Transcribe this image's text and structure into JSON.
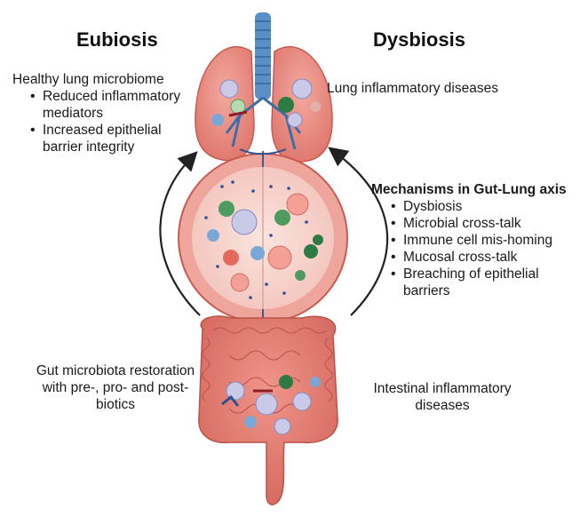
{
  "headings": {
    "left": "Eubiosis",
    "right": "Dysbiosis"
  },
  "lung_healthy": {
    "title": "Healthy lung microbiome",
    "bullets": [
      "Reduced inflammatory mediators",
      "Increased epithelial barrier integrity"
    ]
  },
  "lung_disease": "Lung inflammatory diseases",
  "mechanisms": {
    "title": "Mechanisms in Gut-Lung axis",
    "bullets": [
      "Dysbiosis",
      "Microbial cross-talk",
      "Immune cell mis-homing",
      "Mucosal cross-talk",
      "Breaching of epithelial barriers"
    ]
  },
  "gut_restoration": "Gut microbiota restoration with pre-, pro- and post-biotics",
  "gut_disease": "Intestinal inflammatory diseases",
  "colors": {
    "tissue": "#e8857a",
    "tissue_dark": "#c85a52",
    "trachea": "#5b8fc7",
    "circle_fill": "#f6d3cc",
    "vessel": "#2f4f8f",
    "arrow": "#222222"
  }
}
